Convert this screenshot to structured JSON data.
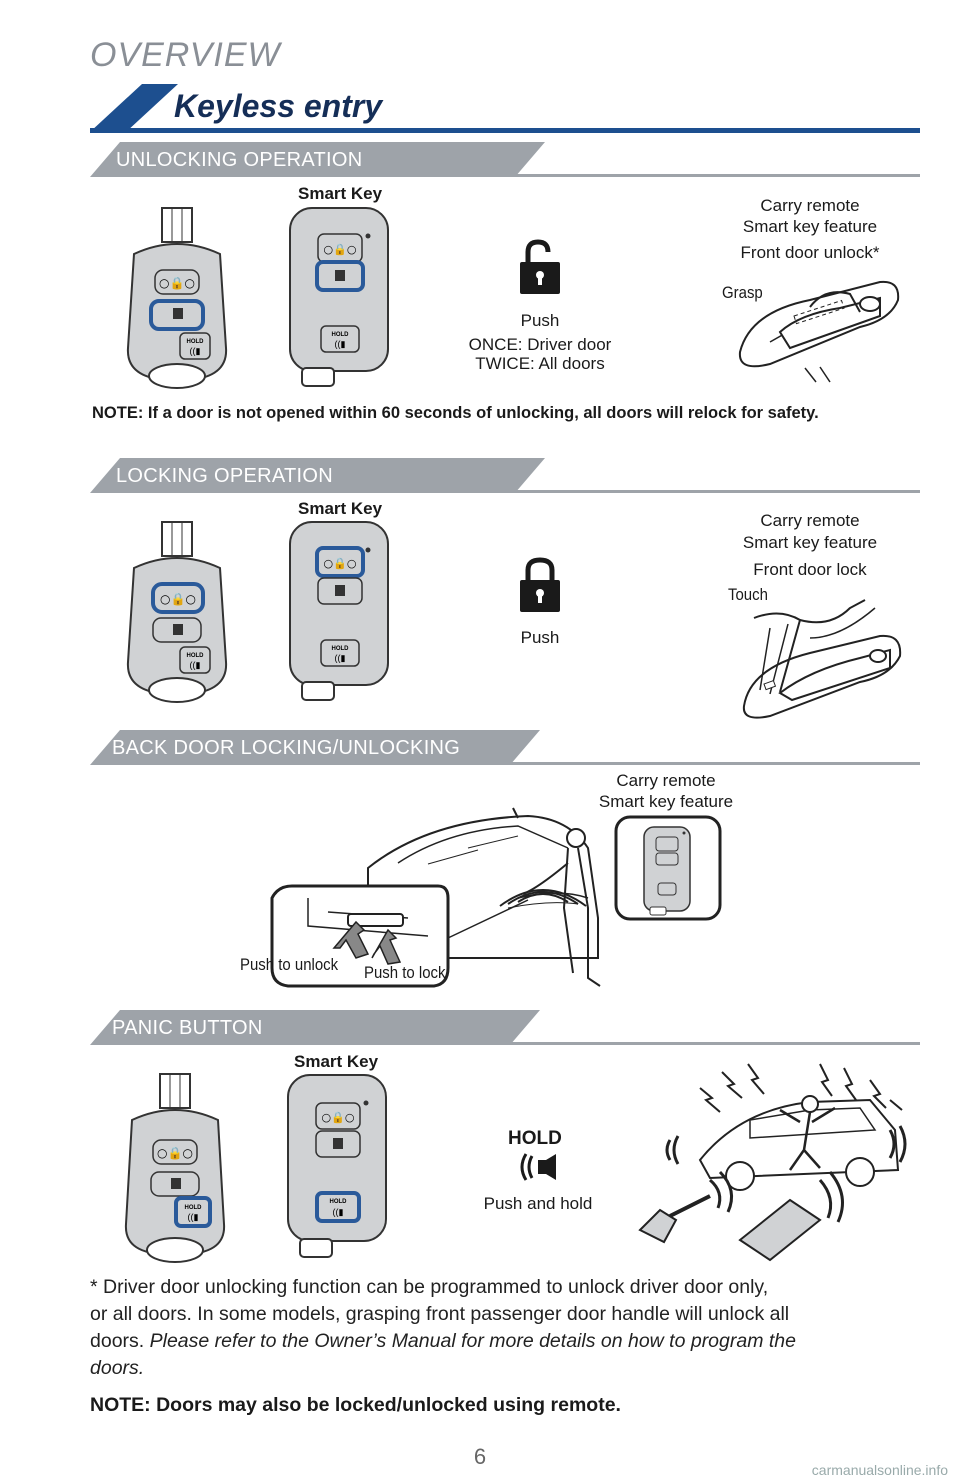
{
  "header": {
    "overview": "OVERVIEW",
    "title": "Keyless entry"
  },
  "unlocking": {
    "heading": "UNLOCKING OPERATION",
    "smart_key": "Smart Key",
    "push": "Push",
    "once": "ONCE: Driver door",
    "twice": "TWICE: All doors",
    "carry1": "Carry remote",
    "carry2": "Smart key feature",
    "door_label": "Front door unlock*",
    "action": "Grasp",
    "note": "NOTE: If a door is not opened within 60 seconds of unlocking, all doors will relock for safety."
  },
  "locking": {
    "heading": "LOCKING OPERATION",
    "smart_key": "Smart Key",
    "push": "Push",
    "carry1": "Carry remote",
    "carry2": "Smart key feature",
    "door_label": "Front door lock",
    "action": "Touch"
  },
  "backdoor": {
    "heading": "BACK DOOR LOCKING/UNLOCKING",
    "carry1": "Carry remote",
    "carry2": "Smart key feature",
    "push_unlock": "Push to unlock",
    "push_lock": "Push to lock"
  },
  "panic": {
    "heading": "PANIC BUTTON",
    "smart_key": "Smart Key",
    "hold": "HOLD",
    "push_hold": "Push and hold"
  },
  "footer": {
    "line1": "* Driver door unlocking function can be programmed to unlock driver door only,",
    "line2": "or all doors. In some models, grasping front passenger door handle will unlock all",
    "line3_plain": "doors. ",
    "line3_italic": "Please refer to the Owner’s Manual for more details on how to program the",
    "line4_italic": "doors.",
    "note": "NOTE: Doors may also be locked/unlocked using remote."
  },
  "page_number": "6",
  "watermark": "carmanualsonline.info",
  "colors": {
    "navy": "#1d4f8f",
    "dark_navy": "#152e57",
    "gray_band": "#9ea3a9",
    "highlight": "#2a5a9a"
  }
}
